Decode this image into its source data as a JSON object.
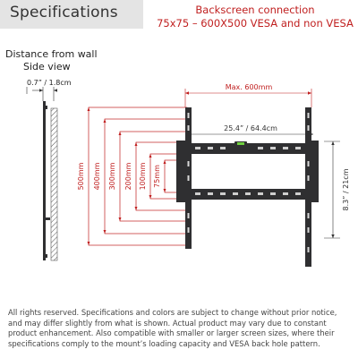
{
  "header": {
    "title": "Specifications"
  },
  "connection": {
    "title": "Backscreen connection",
    "subtitle": "75x75 – 600X500 VESA and non VESA"
  },
  "side_view": {
    "title": "Distance from wall",
    "subtitle": "Side view",
    "depth_label": "0.7” / 1.8cm"
  },
  "dimensions": {
    "max_width": "Max. 600mm",
    "width": "25.4” / 64.4cm",
    "height": "8.3” / 21cm",
    "vesa_heights": [
      "500mm",
      "400mm",
      "300mm",
      "200mm",
      "100mm",
      "75mm"
    ]
  },
  "colors": {
    "accent": "#c01f1f",
    "bracket": "#2f2f31",
    "header_bg": "#e4e4e4"
  },
  "footer": {
    "text": "All rights reserved. Specifications and colors are subject to change without prior notice, and may differ slightly from what is shown. Actual product may vary due to constant product enhancement. Also compatible with smaller or larger screen sizes, where their specifications comply to the mount’s loading capacity and VESA back hole pattern."
  }
}
